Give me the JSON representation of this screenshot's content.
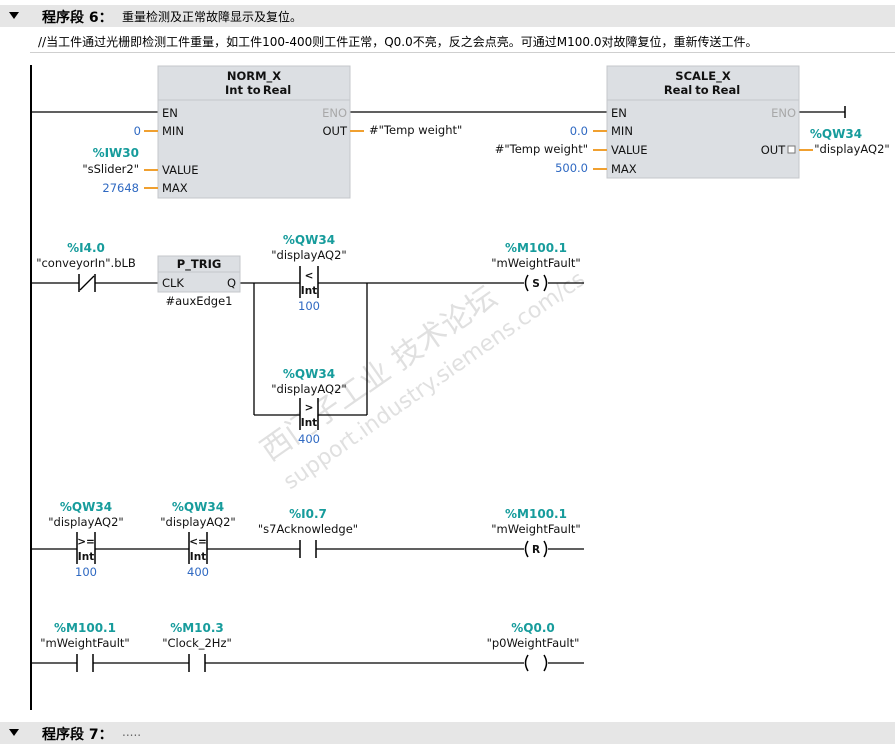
{
  "network6": {
    "title": "程序段 6：",
    "description": "重量检测及正常故障显示及复位。",
    "comment": "//当工件通过光栅即检测工件重量，如工件100-400则工件正常，Q0.0不亮，反之会点亮。可通过M100.0对故障复位，重新传送工件。"
  },
  "norm_x": {
    "name": "NORM_X",
    "type_from": "Int",
    "type_to": "Real",
    "type_sep": "to",
    "en": "EN",
    "eno": "ENO",
    "pin_min": "MIN",
    "pin_value": "VALUE",
    "pin_max": "MAX",
    "pin_out": "OUT",
    "min": "0",
    "value_addr": "%IW30",
    "value_tag": "\"sSlider2\"",
    "max": "27648",
    "out_tag": "#\"Temp weight\""
  },
  "scale_x": {
    "name": "SCALE_X",
    "type_from": "Real",
    "type_to": "Real",
    "type_sep": "to",
    "en": "EN",
    "eno": "ENO",
    "pin_min": "MIN",
    "pin_value": "VALUE",
    "pin_max": "MAX",
    "pin_out": "OUT",
    "min": "0.0",
    "value_tag": "#\"Temp weight\"",
    "max": "500.0",
    "out_addr": "%QW34",
    "out_tag": "\"displayAQ2\""
  },
  "rung2": {
    "contact_addr": "%I4.0",
    "contact_tag": "\"conveyorIn\".bLB",
    "ptrig_name": "P_TRIG",
    "ptrig_clk": "CLK",
    "ptrig_q": "Q",
    "ptrig_aux": "#auxEdge1",
    "cmp_lt_addr": "%QW34",
    "cmp_lt_tag": "\"displayAQ2\"",
    "cmp_lt_op": "<",
    "cmp_lt_type": "Int",
    "cmp_lt_val": "100",
    "cmp_gt_addr": "%QW34",
    "cmp_gt_tag": "\"displayAQ2\"",
    "cmp_gt_op": ">",
    "cmp_gt_type": "Int",
    "cmp_gt_val": "400",
    "coil_addr": "%M100.1",
    "coil_tag": "\"mWeightFault\"",
    "coil_type": "S"
  },
  "rung3": {
    "cmp_ge_addr": "%QW34",
    "cmp_ge_tag": "\"displayAQ2\"",
    "cmp_ge_op": ">=",
    "cmp_ge_type": "Int",
    "cmp_ge_val": "100",
    "cmp_le_addr": "%QW34",
    "cmp_le_tag": "\"displayAQ2\"",
    "cmp_le_op": "<=",
    "cmp_le_type": "Int",
    "cmp_le_val": "400",
    "contact_addr": "%I0.7",
    "contact_tag": "\"s7Acknowledge\"",
    "coil_addr": "%M100.1",
    "coil_tag": "\"mWeightFault\"",
    "coil_type": "R"
  },
  "rung4": {
    "c1_addr": "%M100.1",
    "c1_tag": "\"mWeightFault\"",
    "c2_addr": "%M10.3",
    "c2_tag": "\"Clock_2Hz\"",
    "coil_addr": "%Q0.0",
    "coil_tag": "\"p0WeightFault\""
  },
  "network7": {
    "title": "程序段 7：",
    "description": "....."
  },
  "watermark": {
    "line1": "西门子工业 技术论坛",
    "line2": "support.industry.siemens.com/cs"
  },
  "colors": {
    "address": "#179c9c",
    "constant": "#2f69c2",
    "box_fill": "#dcdfe3",
    "pin_orange": "#f0a030",
    "header_bg": "#e6e6e6"
  }
}
